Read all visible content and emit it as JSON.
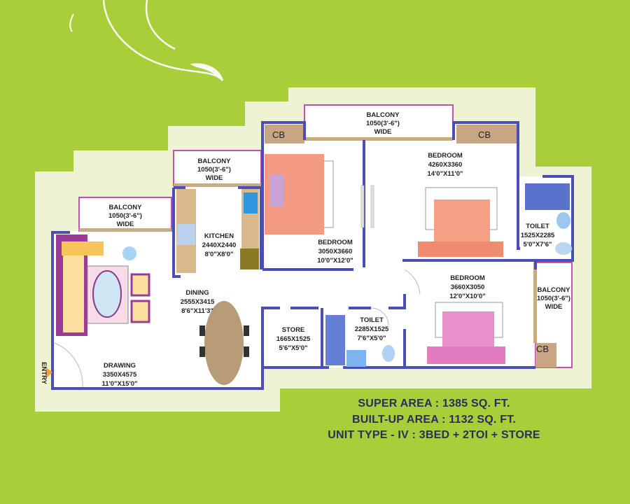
{
  "plan": {
    "rooms": {
      "balcony_left": {
        "name": "BALCONY",
        "size": "1050(3'-6\")",
        "note": "WIDE"
      },
      "balcony_kitchen": {
        "name": "BALCONY",
        "size": "1050(3'-6\")",
        "note": "WIDE"
      },
      "balcony_top": {
        "name": "BALCONY",
        "size": "1050(3'-6\")",
        "note": "WIDE"
      },
      "balcony_right": {
        "name": "BALCONY",
        "size": "1050(3'-6\")",
        "note": "WIDE"
      },
      "kitchen": {
        "name": "KITCHEN",
        "metric": "2440X2440",
        "imperial": "8'0\"X8'0\""
      },
      "bedroom1": {
        "name": "BEDROOM",
        "metric": "3050X3660",
        "imperial": "10'0\"X12'0\""
      },
      "bedroom2": {
        "name": "BEDROOM",
        "metric": "4260X3360",
        "imperial": "14'0\"X11'0\""
      },
      "bedroom3": {
        "name": "BEDROOM",
        "metric": "3660X3050",
        "imperial": "12'0\"X10'0\""
      },
      "toilet1": {
        "name": "TOILET",
        "metric": "1525X2285",
        "imperial": "5'0\"X7'6\""
      },
      "toilet2": {
        "name": "TOILET",
        "metric": "2285X1525",
        "imperial": "7'6\"X5'0\""
      },
      "dining": {
        "name": "DINING",
        "metric": "2555X3415",
        "imperial": "8'6\"X11'3\""
      },
      "drawing": {
        "name": "DRAWING",
        "metric": "3350X4575",
        "imperial": "11'0\"X15'0\""
      },
      "store": {
        "name": "STORE",
        "metric": "1665X1525",
        "imperial": "5'6\"X5'0\""
      }
    },
    "cupboard_label": "CB",
    "entry_label": "ENTRY"
  },
  "summary": {
    "super_area": "SUPER AREA : 1385 SQ. FT.",
    "built_up_area": "BUILT-UP AREA : 1132 SQ. FT.",
    "unit_type": "UNIT TYPE - IV : 3BED + 2TOI + STORE"
  },
  "colors": {
    "background": "#a8ce3a",
    "pale": "#eef4d3",
    "wall": "#4b4fb5",
    "rail": "#c24fb3",
    "text": "#2b2d5c"
  }
}
